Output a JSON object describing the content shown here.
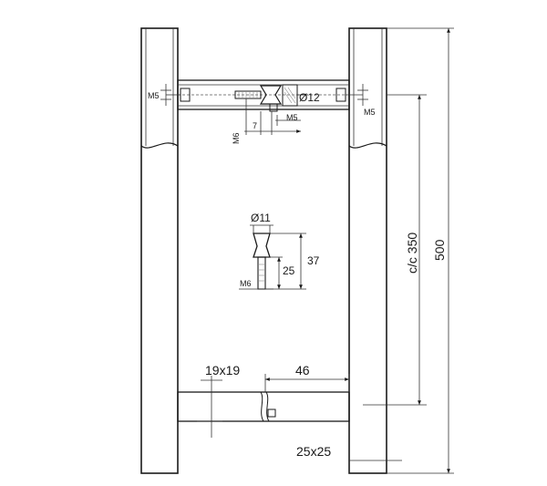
{
  "labels": {
    "m5_left": "M5",
    "m5_right": "M5",
    "m5_mid": "M5",
    "dia12": "Ø12",
    "m6_top": "M6",
    "seven": "7",
    "dia11": "Ø11",
    "thirty_seven": "37",
    "twenty_five": "25",
    "m6_detail": "M6",
    "cc350": "c/c 350",
    "five_hundred": "500",
    "nineteen": "19x19",
    "forty_six": "46",
    "twentyfive_sq": "25x25"
  }
}
